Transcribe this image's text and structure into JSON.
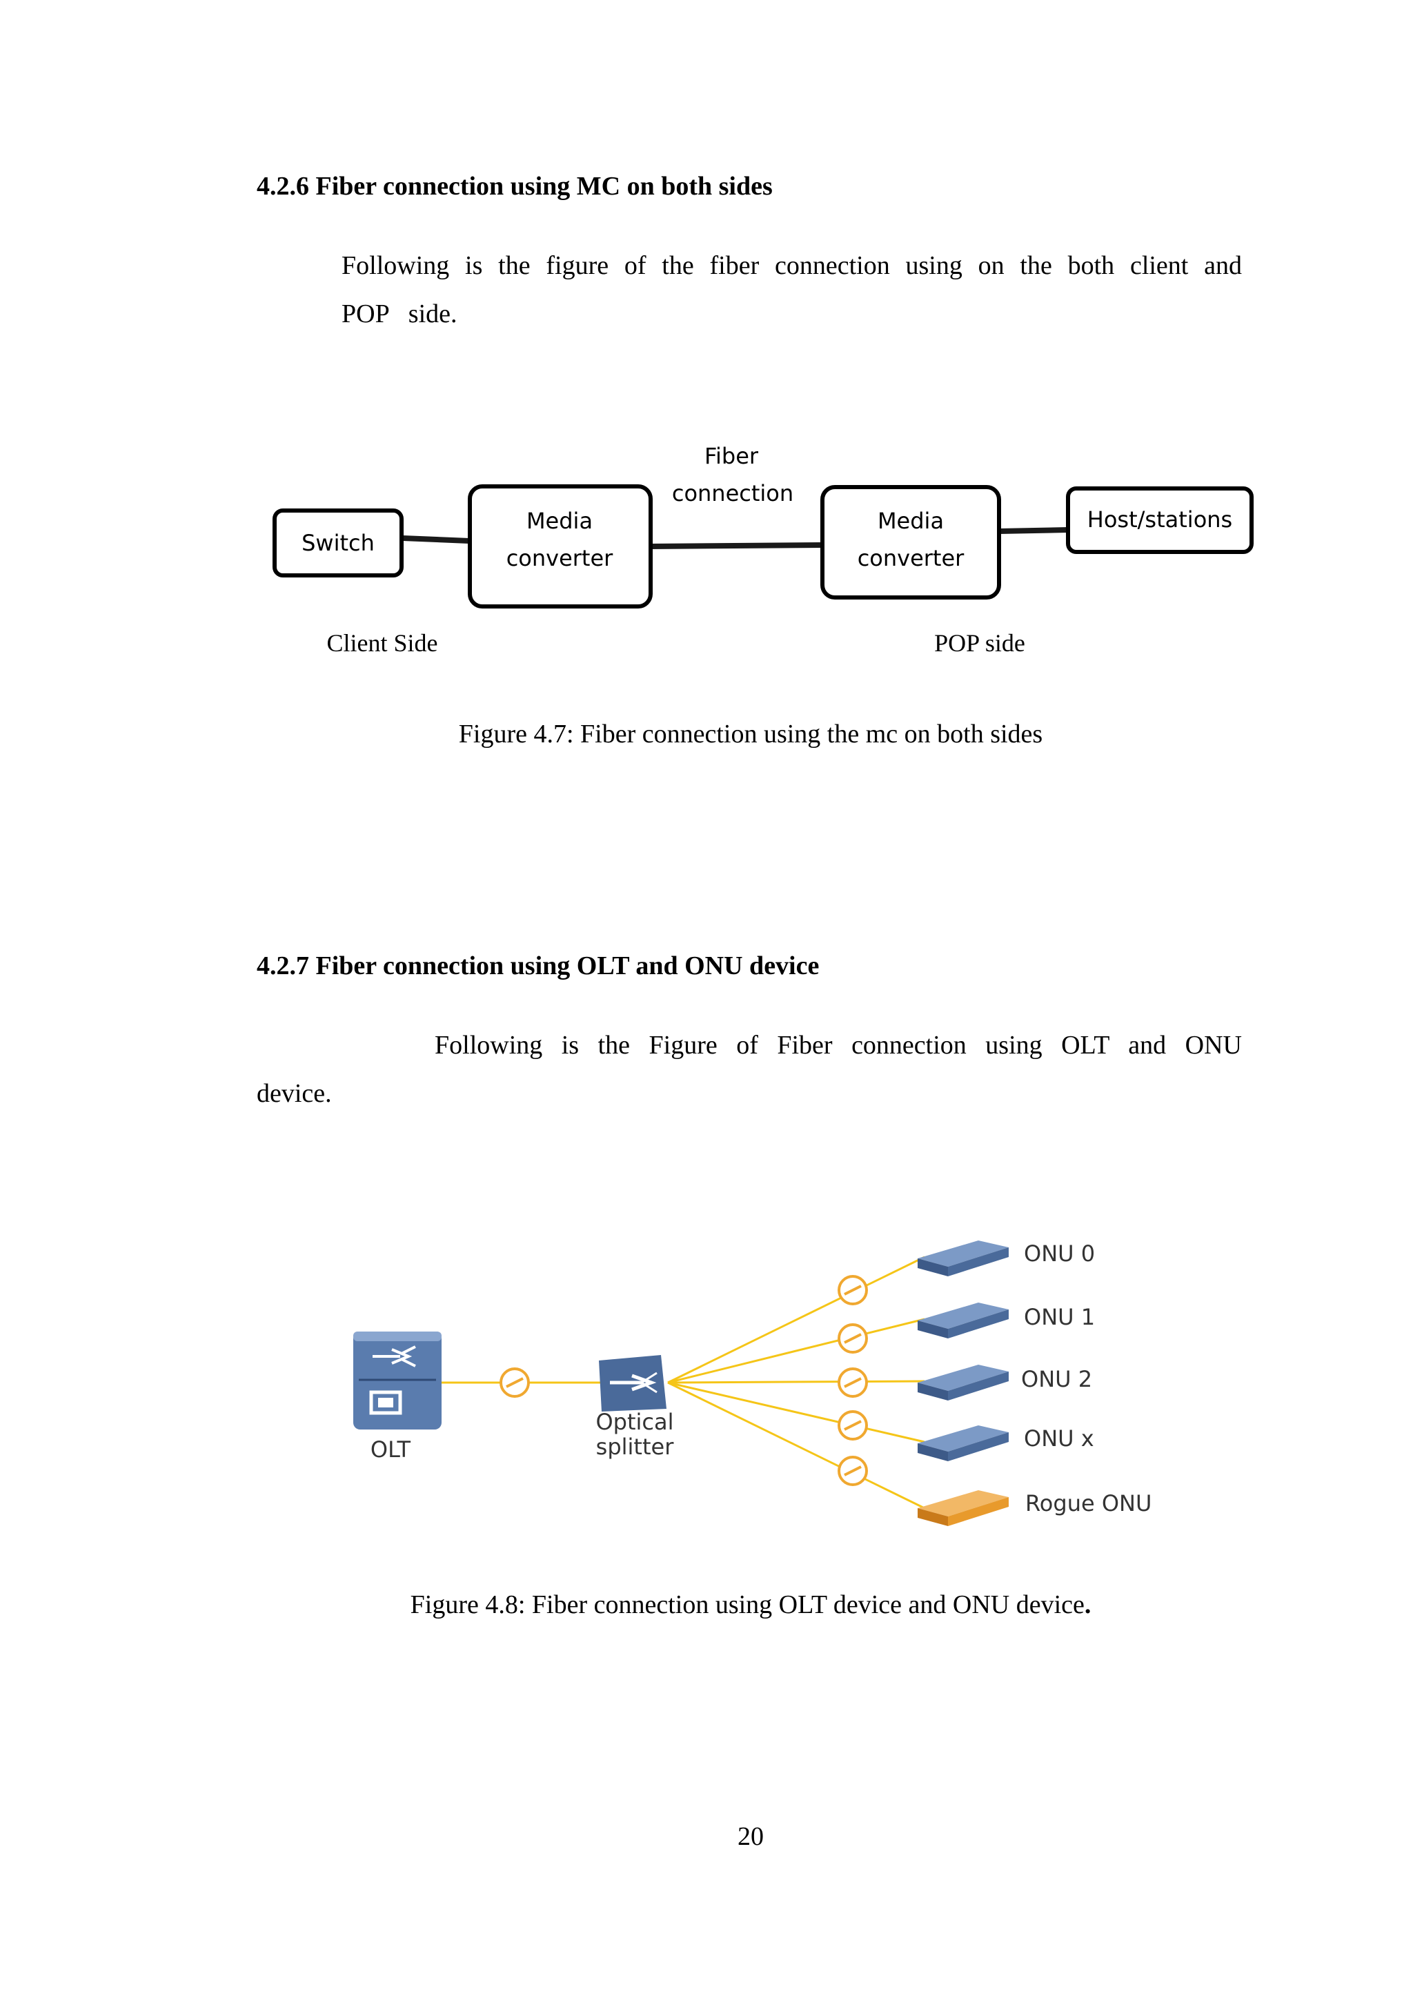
{
  "section_426": {
    "heading": "4.2.6 Fiber connection using MC on both sides",
    "paragraph_line1": "Following is the figure of the fiber connection using on the both client and",
    "paragraph_line2": "POP   side."
  },
  "figure_47": {
    "switch": "Switch",
    "media_converter_left": [
      "Media",
      "converter"
    ],
    "fiber_connection": [
      "Fiber",
      "connection"
    ],
    "media_converter_right": [
      "Media",
      "converter"
    ],
    "host_stations": "Host/stations",
    "client_side": "Client Side",
    "pop_side": "POP side",
    "caption": "Figure 4.7: Fiber connection using the mc on both sides"
  },
  "section_427": {
    "heading": "4.2.7 Fiber connection using OLT and ONU device",
    "paragraph_line1": "Following is the Figure of Fiber connection using OLT and ONU",
    "paragraph_line2": "device."
  },
  "figure_48": {
    "olt": "OLT",
    "optical_splitter": [
      "Optical",
      "splitter"
    ],
    "onu_labels": [
      "ONU 0",
      "ONU 1",
      "ONU 2",
      "ONU x",
      "Rogue ONU"
    ],
    "colors": {
      "fiber_line": "#f5c518",
      "onu_normal": "#4a6a9a",
      "onu_rogue": "#e89a2c",
      "olt_body": "#5a7cae"
    },
    "caption_main": "Figure 4.8: Fiber connection using OLT device and ONU device",
    "caption_end": "."
  },
  "page_number": "20"
}
